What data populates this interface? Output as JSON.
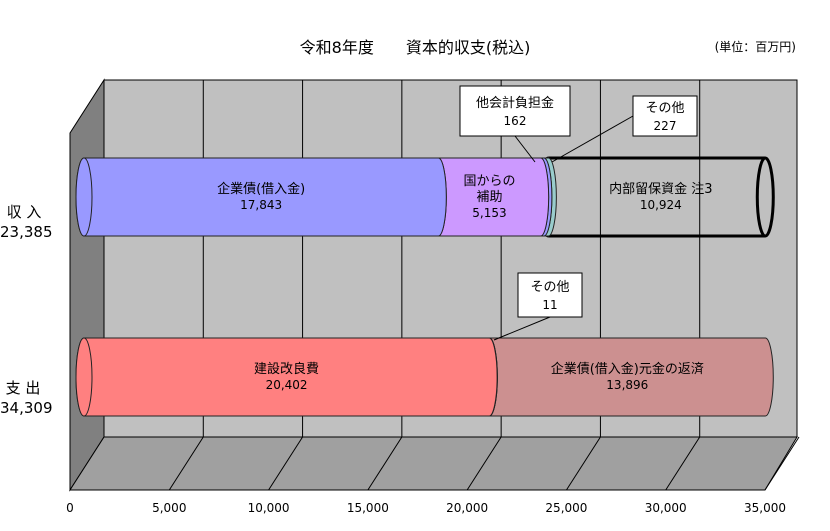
{
  "chart_data": {
    "type": "bar",
    "orientation": "horizontal",
    "stacked": true,
    "title": "令和8年度　　資本的収支(税込)",
    "unit": "(単位：百万円)",
    "categories": [
      {
        "label": "収 入",
        "total": "23,385"
      },
      {
        "label": "支 出",
        "total": "34,309"
      }
    ],
    "series": [
      {
        "name": "企業債(借入金)",
        "category": "収 入",
        "value": 17843,
        "value_label": "17,843",
        "color": "#9999ff"
      },
      {
        "name": "国からの\n補助",
        "category": "収 入",
        "value": 5153,
        "value_label": "5,153",
        "color": "#cc99ff"
      },
      {
        "name": "他会計負担金",
        "category": "収 入",
        "value": 162,
        "value_label": "162",
        "color": "#9999ff",
        "callout": true
      },
      {
        "name": "その他",
        "category": "収 入",
        "value": 227,
        "value_label": "227",
        "color": "#99cccc",
        "callout": true
      },
      {
        "name": "内部留保資金 注3",
        "category": "収 入",
        "value": 10924,
        "value_label": "10,924",
        "color": "none"
      },
      {
        "name": "建設改良費",
        "category": "支 出",
        "value": 20402,
        "value_label": "20,402",
        "color": "#ff8080"
      },
      {
        "name": "その他",
        "category": "支 出",
        "value": 11,
        "value_label": "11",
        "color": "#ff8080",
        "callout": true
      },
      {
        "name": "企業債(借入金)元金の返済",
        "category": "支 出",
        "value": 13896,
        "value_label": "13,896",
        "color": "#cc9090"
      }
    ],
    "x_ticks": [
      "0",
      "5,000",
      "10,000",
      "15,000",
      "20,000",
      "25,000",
      "30,000",
      "35,000"
    ],
    "xlim": [
      0,
      35000
    ],
    "grid": true,
    "style": "3d-cylinder",
    "wall_color": "#c0c0c0",
    "side_wall_color": "#808080",
    "floor_color": "#a0a0a0"
  }
}
